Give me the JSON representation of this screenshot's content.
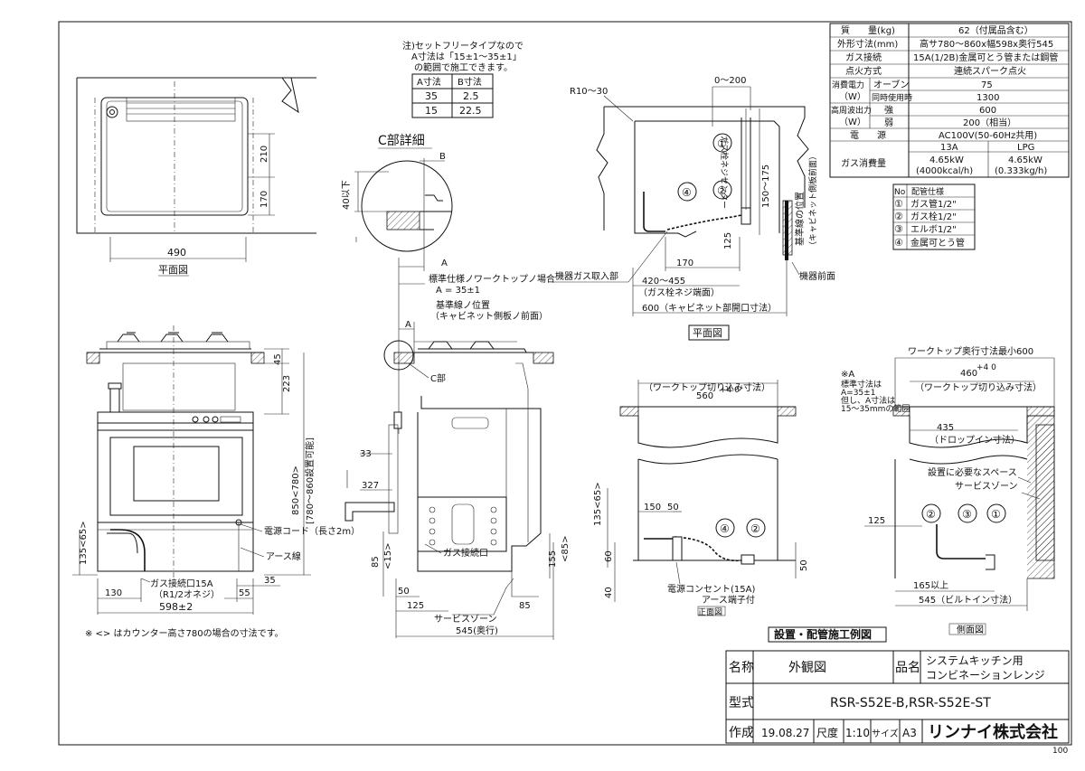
{
  "note_top": [
    "注)セットフリータイプなので",
    "A寸法は「15±1〜35±1」",
    "の範囲で施工できます。"
  ],
  "ab_table": {
    "headers": [
      "A寸法",
      "B寸法"
    ],
    "rows": [
      [
        "35",
        "2.5"
      ],
      [
        "15",
        "22.5"
      ]
    ]
  },
  "spec_table": {
    "rows": [
      {
        "label": "質　　量(kg)",
        "value": "62（付属品含む）"
      },
      {
        "label": "外形寸法(mm)",
        "value": "高サ780〜860x幅598x奥行545"
      },
      {
        "label": "ガス接続",
        "value": "15A(1/2B)金属可とう管または鋼管"
      },
      {
        "label": "点火方式",
        "value": "連続スパーク点火"
      },
      {
        "label": "消費電力",
        "label2": "（W）",
        "sub1": "オーブン",
        "val1": "75",
        "sub2": "同時使用時",
        "val2": "1300"
      },
      {
        "label": "高周波出力",
        "label2": "（W）",
        "sub1": "強",
        "val1": "600",
        "sub2": "弱",
        "val2": "200（相当）"
      },
      {
        "label": "電　　源",
        "value": "AC100V(50-60Hz共用)"
      },
      {
        "label": "ガス消費量",
        "col1": "13A",
        "col2": "LPG",
        "v1a": "4.65kW",
        "v1b": "(4000kcal/h)",
        "v2a": "4.65kW",
        "v2b": "(0.333kg/h)"
      }
    ]
  },
  "pipe_table": {
    "header_no": "No",
    "header": "配管仕様",
    "rows": [
      [
        "①",
        "ガス管1/2\""
      ],
      [
        "②",
        "ガス栓1/2\""
      ],
      [
        "③",
        "エルボ1/2\""
      ],
      [
        "④",
        "金属可とう管"
      ]
    ]
  },
  "plan_view": {
    "title": "平面図",
    "dim_width": "490",
    "dim_210": "210",
    "dim_170": "170"
  },
  "c_detail": {
    "title": "C部詳細",
    "label_b": "B",
    "label_a": "A",
    "dim_40": "40以下"
  },
  "notes_mid": {
    "std1": "標準仕様ノワークトップノ場合",
    "std2": "A = 35±1",
    "ref1": "基準線ノ位置",
    "ref2": "（キャビネット側板ノ前面）"
  },
  "install_plan": {
    "title": "平面図",
    "r": "R10〜30",
    "d0200": "0〜200",
    "d150": "150〜175",
    "d125": "125",
    "d170": "170",
    "d420": "420〜455",
    "d420sub": "（ガス栓ネジ端面）",
    "d600": "600（キャビネット部開口寸法）",
    "gas_in": "機器ガス取入部",
    "front": "機器前面",
    "ref_v": "基準線の位置",
    "ref_v2": "（キャビネット側板前面）",
    "center_v": "ガス栓ネジセンター",
    "c1": "①",
    "c2": "②",
    "c4": "④"
  },
  "front_view": {
    "d45": "45",
    "d223": "223",
    "d850": "850<780>",
    "d850b": "[780〜860設置可能]",
    "d135": "135<65>",
    "cord": "電源コード（長さ2m）",
    "earth": "アース線",
    "gas": "ガス接続口15A",
    "gas2": "（R1/2オネジ）",
    "d130": "130",
    "d55": "55",
    "d35": "35",
    "d598": "598±2",
    "note": "※ <> はカウンター高さ780の場合の寸法です。"
  },
  "side_view": {
    "c": "C部",
    "a": "A",
    "d33": "33",
    "d327": "327",
    "d85": "85",
    "d15": "<15>",
    "d50": "50",
    "d125": "125",
    "d85b": "85",
    "d155": "155",
    "d85c": "<85>",
    "gas": "ガス接続口",
    "service": "サービスゾーン",
    "depth": "545(奥行)",
    "amark": "A"
  },
  "install_front": {
    "title": "正面図",
    "d560": "560",
    "d560tol": "+4 0",
    "cut": "（ワークトップ切り込み寸法）",
    "d135": "135<65>",
    "d150": "150",
    "d50": "50",
    "d60": "60",
    "d40": "40",
    "d50b": "50",
    "outlet": "電源コンセント(15A)",
    "earth": "アース端子付",
    "c2": "②",
    "c4": "④"
  },
  "install_side": {
    "title": "側面図",
    "min": "ワークトップ奥行寸法最小600",
    "d460": "460",
    "d460tol": "+4 0",
    "cut": "（ワークトップ切り込み寸法）",
    "d435": "435",
    "drop": "（ドロップイン寸法）",
    "space": "設置に必要なスペース",
    "service": "サービスゾーン",
    "d125": "125",
    "d165": "165以上",
    "d545": "545（ビルトイン寸法）",
    "note_a": "※A",
    "note1": "標準寸法は",
    "note2": "A=35±1",
    "note3": "但し、A寸法は",
    "note4": "15〜35mmの範囲",
    "c1": "①",
    "c2": "②",
    "c3": "③"
  },
  "section_title": "設置・配管施工例図",
  "title_block": {
    "name_label": "名称",
    "name_value": "外観図",
    "product_label": "品名",
    "product_value1": "システムキッチン用",
    "product_value2": "コンビネーションレンジ",
    "model_label": "型式",
    "model_value": "RSR-S52E-B,RSR-S52E-ST",
    "made_label": "作成",
    "date": "19.08.27",
    "scale_label": "尺度",
    "scale": "1:10",
    "size_label": "サイズ",
    "size": "A3",
    "company": "リンナイ株式会社"
  },
  "page_no": "100"
}
